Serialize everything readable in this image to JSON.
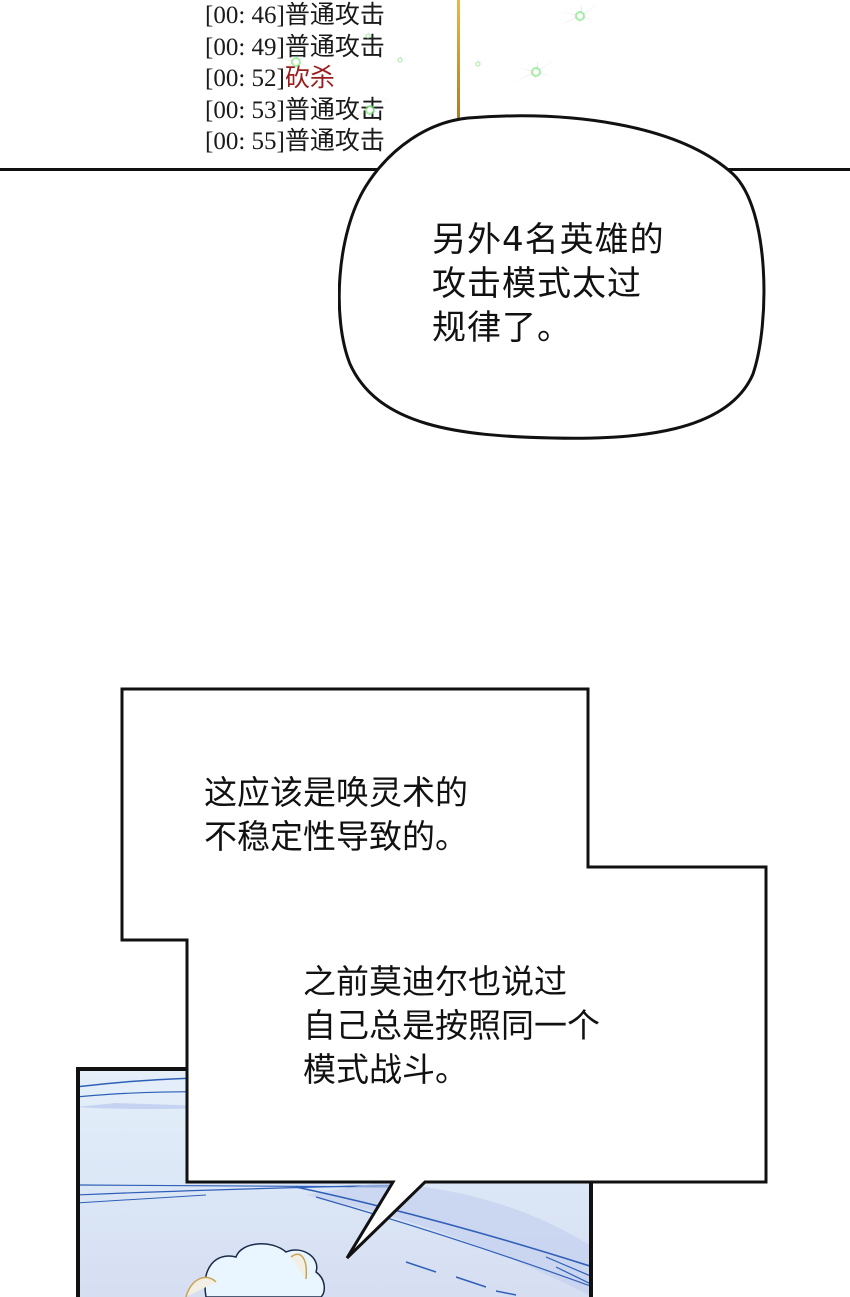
{
  "combat_log": {
    "entries": [
      {
        "timestamp": "[00:  46]",
        "action": "普通攻击",
        "type": "normal"
      },
      {
        "timestamp": "[00:  49]",
        "action": "普通攻击",
        "type": "normal"
      },
      {
        "timestamp": "[00:  52]",
        "action": "砍杀",
        "type": "skill"
      },
      {
        "timestamp": "[00:  53]",
        "action": "普通攻击",
        "type": "normal"
      },
      {
        "timestamp": "[00:  55]",
        "action": "普通攻击",
        "type": "normal"
      }
    ],
    "skill_color": "#9b1c1c",
    "text_color": "#1a1a1a"
  },
  "speech_bubble": {
    "lines": [
      "另外4名英雄的",
      "攻击模式太过",
      "规律了。"
    ]
  },
  "caption_1": {
    "lines": [
      "这应该是唤灵术的",
      "不稳定性导致的。"
    ]
  },
  "caption_2": {
    "lines": [
      "之前莫迪尔也说过",
      "自己总是按照同一个",
      "模式战斗。"
    ]
  },
  "colors": {
    "outline": "#111111",
    "gold_accent": "#d4a040",
    "panel_blue": "#dbe7f6",
    "stroke_blue": "#2f5fb8"
  }
}
